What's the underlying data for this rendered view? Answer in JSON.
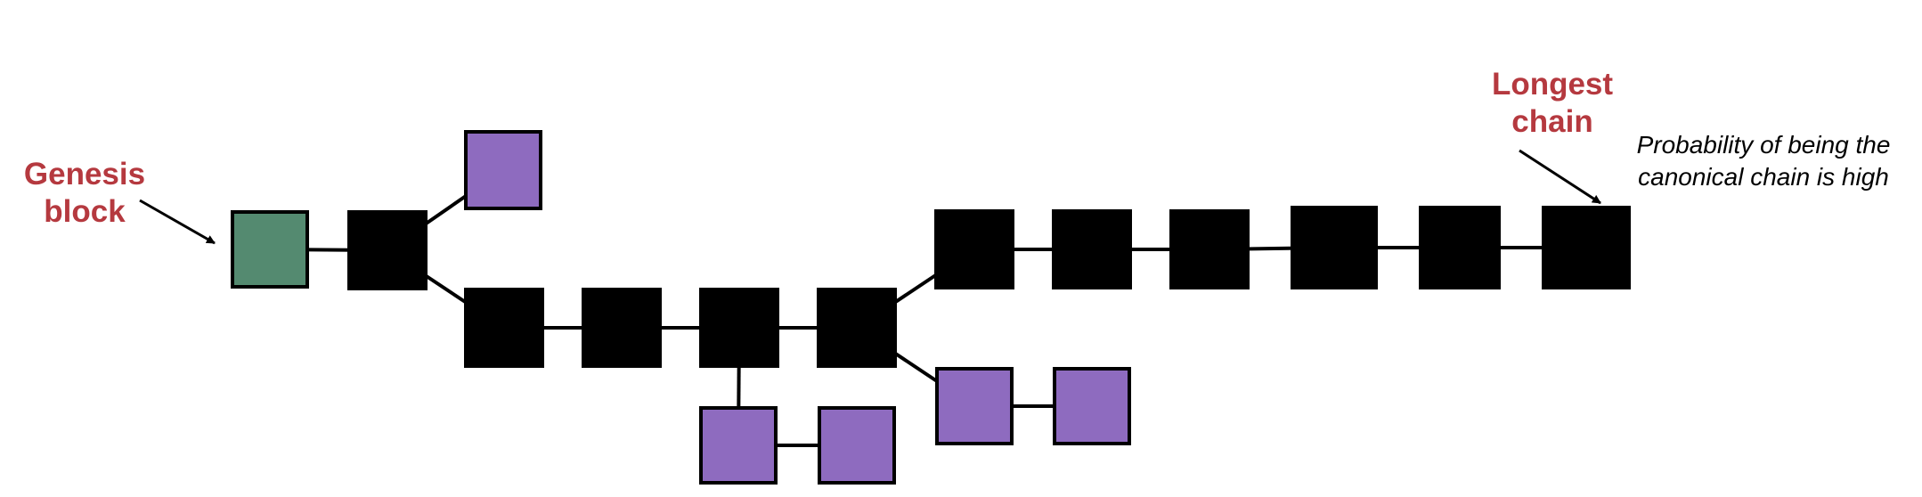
{
  "labels": {
    "genesis": [
      "Genesis",
      "block"
    ],
    "longest": [
      "Longest",
      "chain"
    ],
    "note": [
      "Probability of being the",
      "canonical chain is high"
    ]
  },
  "colors": {
    "genesis": "#548a70",
    "main": "#000000",
    "orphan": "#8e6bbf",
    "label": "#b5393f"
  },
  "blocks": [
    {
      "id": "genesis",
      "kind": "genesis"
    },
    {
      "id": "b1",
      "kind": "main"
    },
    {
      "id": "o1",
      "kind": "orphan"
    },
    {
      "id": "b2",
      "kind": "main"
    },
    {
      "id": "b3",
      "kind": "main"
    },
    {
      "id": "b4",
      "kind": "main"
    },
    {
      "id": "b5",
      "kind": "main"
    },
    {
      "id": "o2",
      "kind": "orphan"
    },
    {
      "id": "o3",
      "kind": "orphan"
    },
    {
      "id": "o4",
      "kind": "orphan"
    },
    {
      "id": "o5",
      "kind": "orphan"
    },
    {
      "id": "c1",
      "kind": "main"
    },
    {
      "id": "c2",
      "kind": "main"
    },
    {
      "id": "c3",
      "kind": "main"
    },
    {
      "id": "c4",
      "kind": "main"
    },
    {
      "id": "c5",
      "kind": "main"
    },
    {
      "id": "c6",
      "kind": "main"
    }
  ],
  "links": [
    [
      "genesis",
      "b1"
    ],
    [
      "b1",
      "o1"
    ],
    [
      "b1",
      "b2"
    ],
    [
      "b2",
      "b3"
    ],
    [
      "b3",
      "b4"
    ],
    [
      "b4",
      "b5"
    ],
    [
      "b4",
      "o2"
    ],
    [
      "o2",
      "o3"
    ],
    [
      "b5",
      "c1"
    ],
    [
      "b5",
      "o4"
    ],
    [
      "o4",
      "o5"
    ],
    [
      "c1",
      "c2"
    ],
    [
      "c2",
      "c3"
    ],
    [
      "c3",
      "c4"
    ],
    [
      "c4",
      "c5"
    ],
    [
      "c5",
      "c6"
    ]
  ]
}
